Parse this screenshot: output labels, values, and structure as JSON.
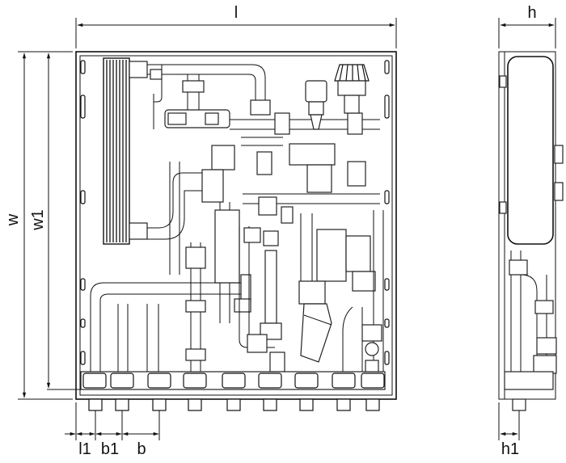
{
  "front_view": {
    "dim_length": "l",
    "dim_height": "w",
    "dim_height_inner": "w1",
    "dim_offset": "l1",
    "dim_spacing_first": "b1",
    "dim_spacing": "b"
  },
  "side_view": {
    "dim_depth": "h",
    "dim_depth_offset": "h1"
  }
}
